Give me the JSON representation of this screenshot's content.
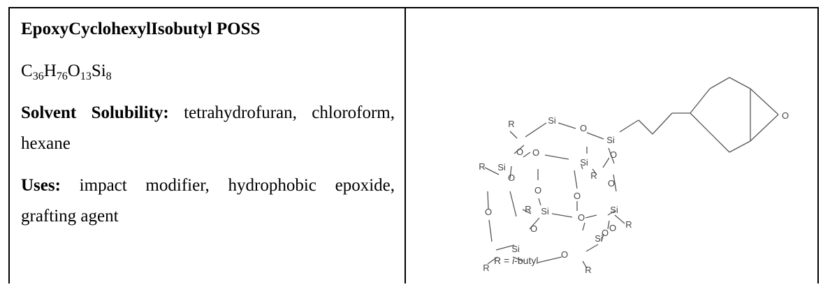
{
  "compound": {
    "name": "EpoxyCyclohexylIsobutyl POSS",
    "formula": [
      {
        "el": "C",
        "n": "36"
      },
      {
        "el": "H",
        "n": "76"
      },
      {
        "el": "O",
        "n": "13"
      },
      {
        "el": "Si",
        "n": "8"
      }
    ],
    "solubility_label": "Solvent Solubility:",
    "solubility_value": "tetrahydrofuran, chloroform, hexane",
    "uses_label": "Uses:",
    "uses_value": "impact modifier, hydrophobic epoxide, grafting agent"
  },
  "structure": {
    "atom_labels": {
      "si": "Si",
      "o": "O",
      "r": "R"
    },
    "legend_prefix": "R = ",
    "legend_italic": "i",
    "legend_suffix": "-butyl"
  }
}
